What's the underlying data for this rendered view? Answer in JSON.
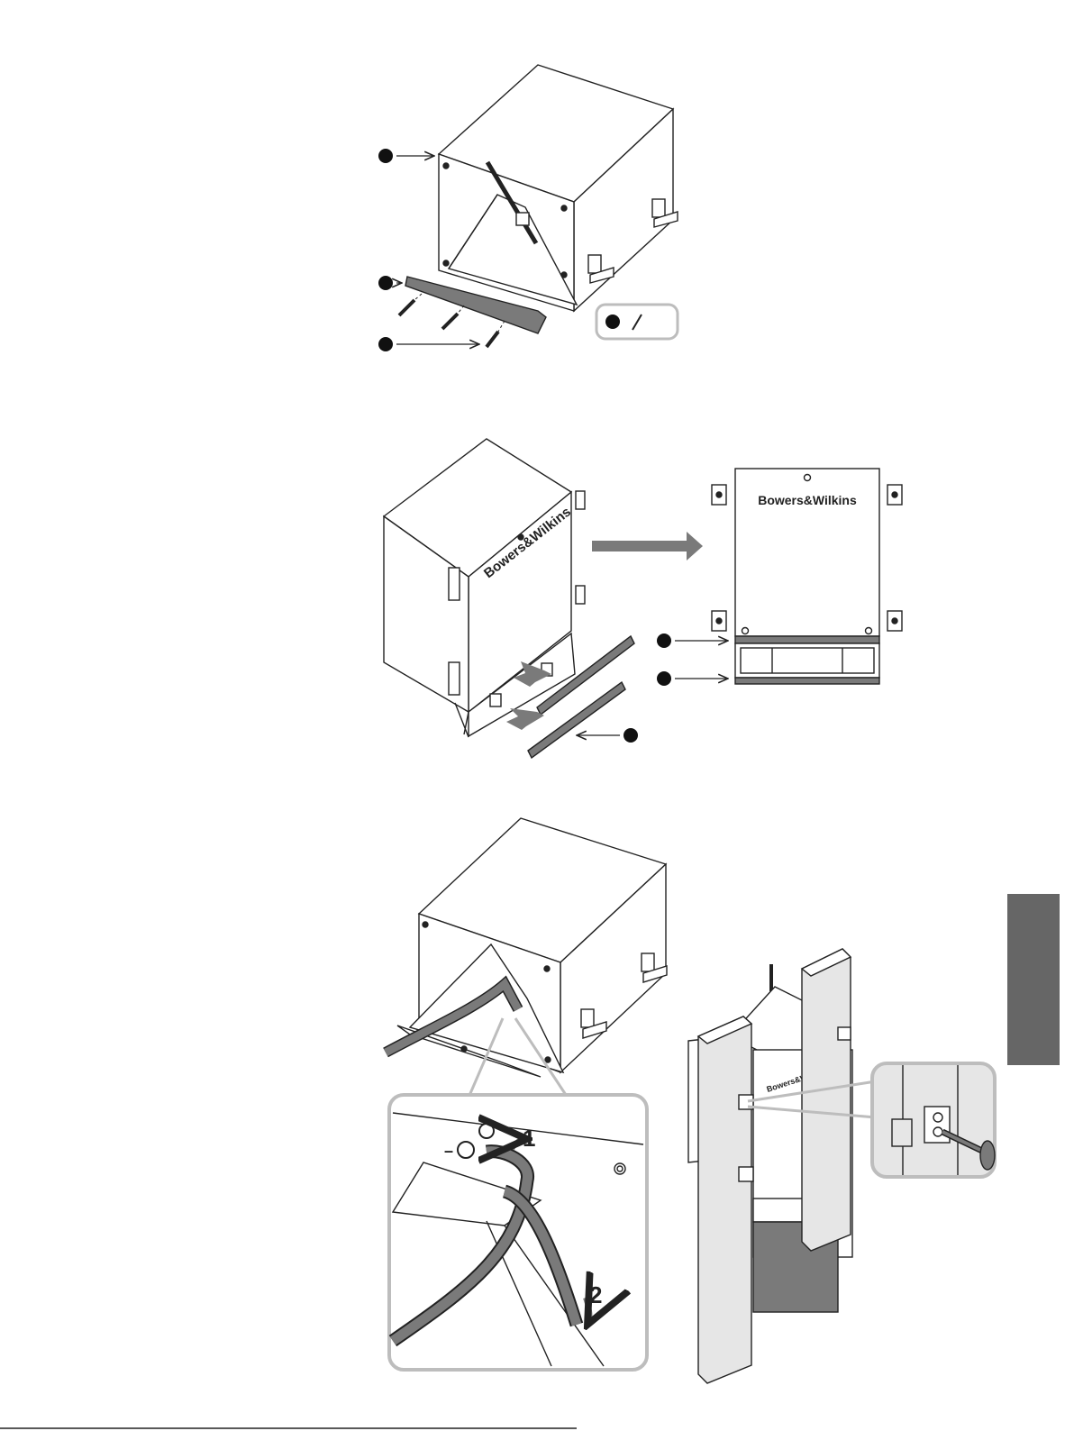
{
  "brand_text": "Bowers&Wilkins",
  "detail_steps": [
    "1",
    "2"
  ],
  "polarity_mark": "–",
  "colors": {
    "line": "#222222",
    "gray_fill": "#7a7a7a",
    "inset_border": "#bdbdbd",
    "side_tab": "#666666"
  },
  "icons": [
    "screw-icon",
    "callout-dot-icon",
    "arrow-icon",
    "wall-bracket-icon",
    "screwdriver-icon"
  ]
}
